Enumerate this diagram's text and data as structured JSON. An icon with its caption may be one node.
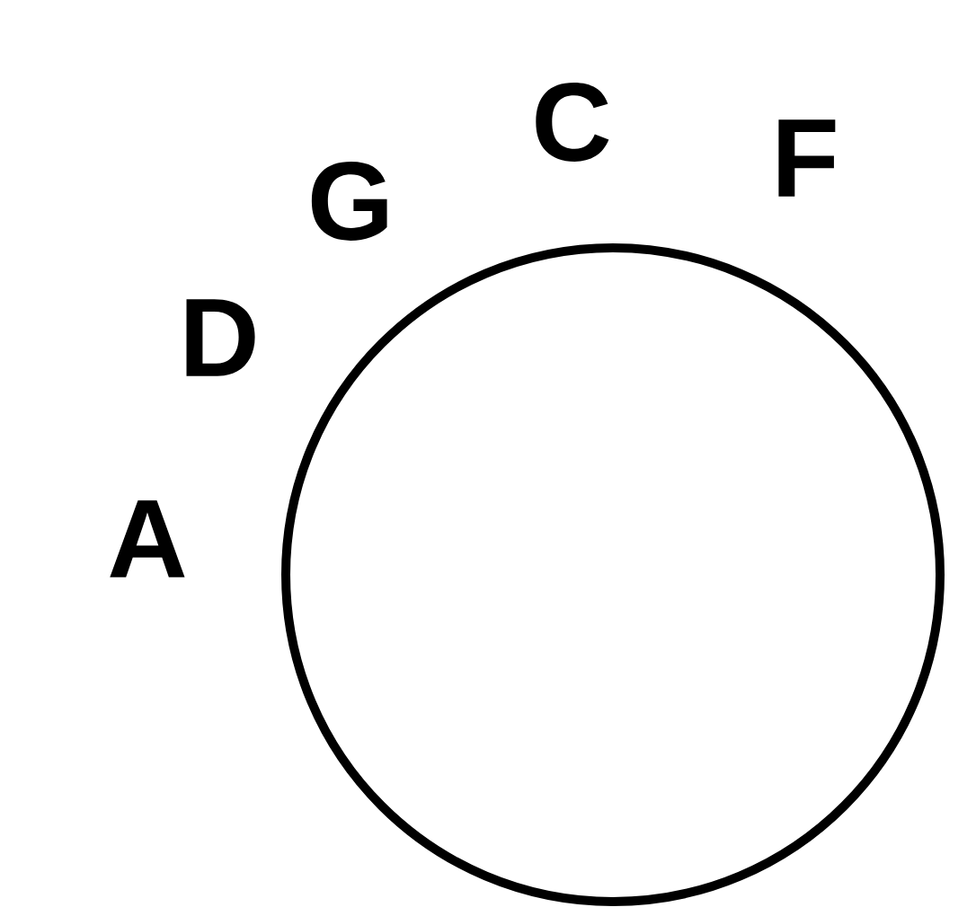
{
  "diagram": {
    "nodes": [
      {
        "text": [],
        "shape": "circle",
        "beside": [
          "A",
          "D",
          "G",
          "C",
          "F"
        ]
      }
    ]
  }
}
